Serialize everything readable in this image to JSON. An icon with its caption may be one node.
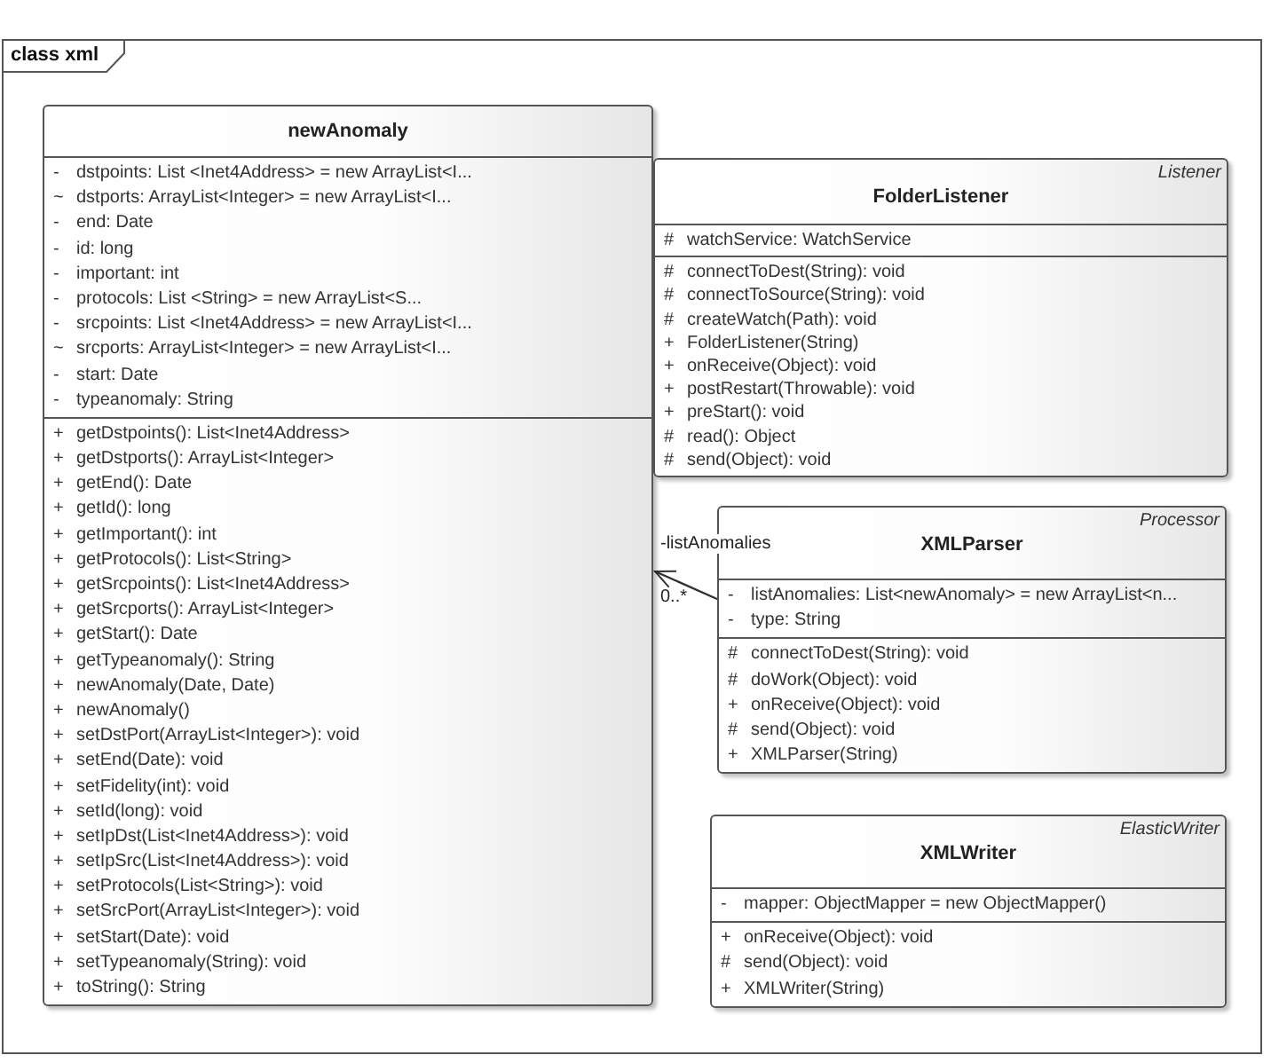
{
  "diagram": {
    "nodes": [
      {
        "text": [
          "class xml"
        ]
      },
      {
        "text": [
          "newAnomaly",
          "- dstpoints: List <Inet4Address> = new ArrayList<I...",
          "~ dstports: ArrayList<Integer> = new ArrayList<I...",
          "- end: Date",
          "- id: long",
          "- important: int",
          "- protocols: List <String> = new ArrayList<S...",
          "- srcpoints: List <Inet4Address> = new ArrayList<I...",
          "~ srcports: ArrayList<Integer> = new ArrayList<I...",
          "- start: Date",
          "- typeanomaly: String",
          "+ getDstpoints(): List<Inet4Address>",
          "+ getDstports(): ArrayList<Integer>",
          "+ getEnd(): Date",
          "+ getId(): long",
          "+ getImportant(): int",
          "+ getProtocols(): List<String>",
          "+ getSrcpoints(): List<Inet4Address>",
          "+ getSrcports(): ArrayList<Integer>",
          "+ getStart(): Date",
          "+ getTypeanomaly(): String",
          "+ newAnomaly(Date, Date)",
          "+ newAnomaly()",
          "+ setDstPort(ArrayList<Integer>): void",
          "+ setEnd(Date): void",
          "+ setFidelity(int): void",
          "+ setId(long): void",
          "+ setIpDst(List<Inet4Address>): void",
          "+ setIpSrc(List<Inet4Address>): void",
          "+ setProtocols(List<String>): void",
          "+ setSrcPort(ArrayList<Integer>): void",
          "+ setStart(Date): void",
          "+ setTypeanomaly(String): void",
          "+ toString(): String"
        ],
        "in": 0
      },
      {
        "text": [
          "Listener",
          "FolderListener",
          "# watchService: WatchService",
          "# connectToDest(String): void",
          "# connectToSource(String): void",
          "# createWatch(Path): void",
          "+ FolderListener(String)",
          "+ onReceive(Object): void",
          "+ postRestart(Throwable): void",
          "+ preStart(): void",
          "# read(): Object",
          "# send(Object): void"
        ],
        "in": 0
      },
      {
        "text": [
          "Processor",
          "XMLParser",
          "- listAnomalies: List<newAnomaly> = new ArrayList<n...",
          "- type: String",
          "# connectToDest(String): void",
          "# doWork(Object): void",
          "+ onReceive(Object): void",
          "# send(Object): void",
          "+ XMLParser(String)"
        ],
        "in": 0
      },
      {
        "text": [
          "ElasticWriter",
          "XMLWriter",
          "- mapper: ObjectMapper = new ObjectMapper()",
          "+ onReceive(Object): void",
          "# send(Object): void",
          "+ XMLWriter(String)"
        ],
        "in": 0
      }
    ],
    "edges": [
      {
        "from": 3,
        "to": 1,
        "arrow": "to",
        "label": "-listAnomalies"
      }
    ],
    "labels": [
      "0..*"
    ]
  }
}
